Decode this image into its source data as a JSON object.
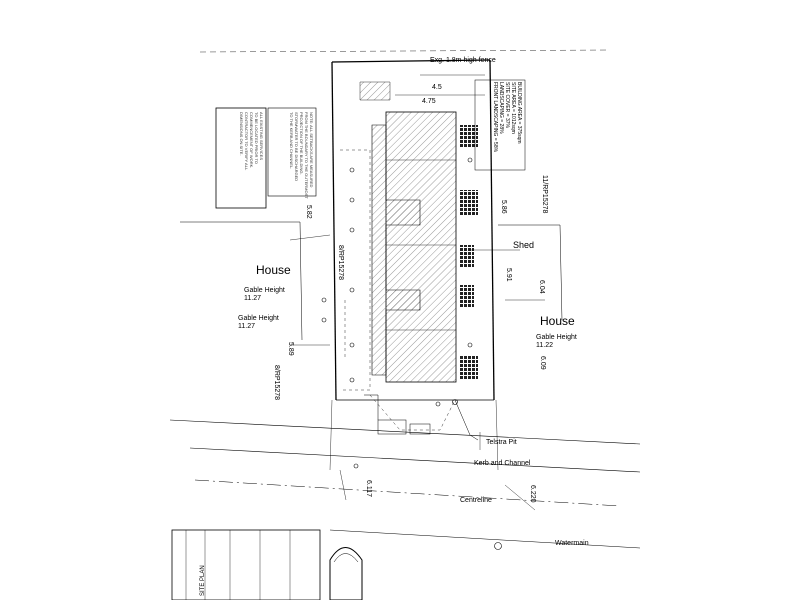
{
  "labels": {
    "fence": "Exg. 1.8m high fence",
    "dim_top": "4.75",
    "dim_top2": "4.5",
    "house_left": "House",
    "gable_left_1": "Gable Height",
    "gable_left_1_val": "11.27",
    "gable_left_2": "Gable Height",
    "gable_left_2_val": "11.27",
    "house_right": "House",
    "gable_right": "Gable Height",
    "gable_right_val": "11.22",
    "shed": "Shed",
    "telstra": "Telstra Pit",
    "kerb": "Kerb and Channel",
    "centreline": "Centreline",
    "watermain": "Watermain",
    "dim_582": "5.82",
    "dim_586": "5.86",
    "dim_591": "5.91",
    "dim_604": "6.04",
    "dim_609": "6.09",
    "dim_589": "5.89",
    "dim_6117": "6.117",
    "dim_6220": "6.220",
    "lot_left": "8/RP15278",
    "lot_right": "11/RP15278",
    "lot_centre": "8/RP15278",
    "lot_bottom_left": "8/RP15278"
  },
  "site_table": {
    "lines": [
      "BUILDING AREA = 375sqm",
      "SITE AREA = 1012sqm",
      "SITE COVER = 37%",
      "LANDSCAPING = 28%",
      "FRONT LANDSCAPING = 58%"
    ]
  },
  "notes": {
    "left_box": "ALL EXISTING SERVICES\nTO BE LOCATED PRIOR TO\nCOMMENCEMENT OF WORK.\nCONTRACTOR TO VERIFY ALL\nDIMENSIONS ON SITE.",
    "right_box": "NOTE: ALL SETBACKS ARE MEASURED\nFROM THE BOUNDARY TO THE OUTERMOST\nPROJECTION OF THE BUILDING.\nSTORMWATER TO BE DISCHARGED\nTO THE KERB AND CHANNEL."
  },
  "title_block": {
    "project": "SITE PLAN"
  }
}
